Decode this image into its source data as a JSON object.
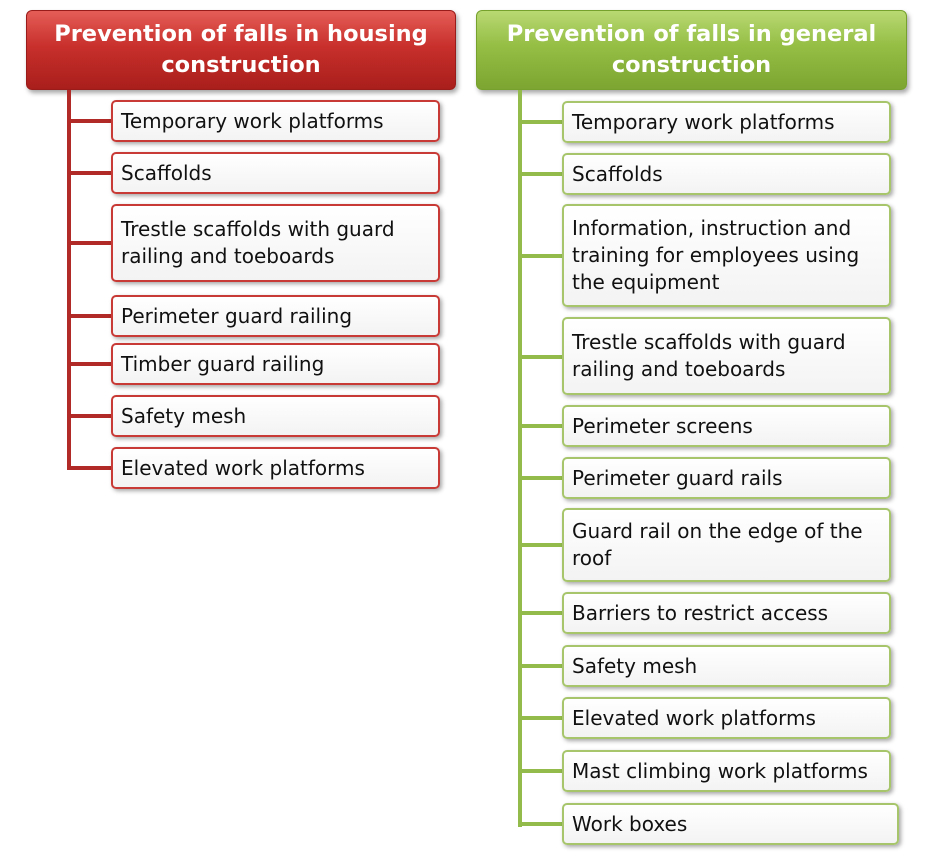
{
  "columns": [
    {
      "title": "Prevention of falls in housing\nconstruction",
      "color": "#c0302c",
      "items": [
        "Temporary work platforms",
        "Scaffolds",
        "Trestle scaffolds with guard\nrailing and toeboards",
        "Perimeter guard railing",
        "Timber guard railing",
        "Safety mesh",
        "Elevated work platforms"
      ]
    },
    {
      "title": "Prevention of falls in general\nconstruction",
      "color": "#8cbb3c",
      "items": [
        "Temporary work platforms",
        "Scaffolds",
        "Information, instruction and\ntraining for employees using\nthe equipment",
        "Trestle scaffolds with guard\nrailing and toeboards",
        "Perimeter screens",
        "Perimeter guard rails",
        "Guard rail on the edge of the\nroof",
        "Barriers to restrict access",
        "Safety mesh",
        "Elevated work platforms",
        "Mast climbing work platforms",
        "Work boxes"
      ]
    }
  ]
}
